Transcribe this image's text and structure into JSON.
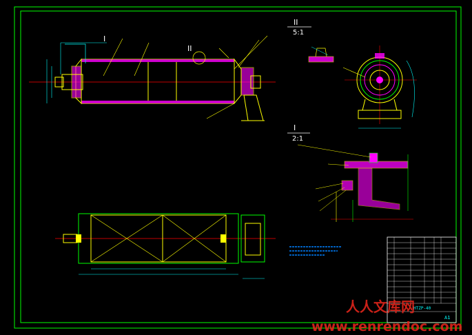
{
  "views": {
    "detail_ii": {
      "label": "II",
      "scale": "5:1"
    },
    "detail_i": {
      "label": "I",
      "scale": "2:1"
    },
    "callout_i": "I",
    "callout_ii": "II"
  },
  "title_block": {
    "drawing_no": "HTZP-40",
    "sheet": "A1"
  },
  "watermark": {
    "brand": "人人文库网",
    "url": "www.renrendoc.com"
  },
  "colors": {
    "background": "#000000",
    "frame": "#00ff00",
    "outline": "#ffff00",
    "centerline": "#ff0000",
    "hatch": "#ff00ff",
    "dimension": "#00ffff",
    "note": "#0080ff",
    "watermark": "#e0251b"
  }
}
